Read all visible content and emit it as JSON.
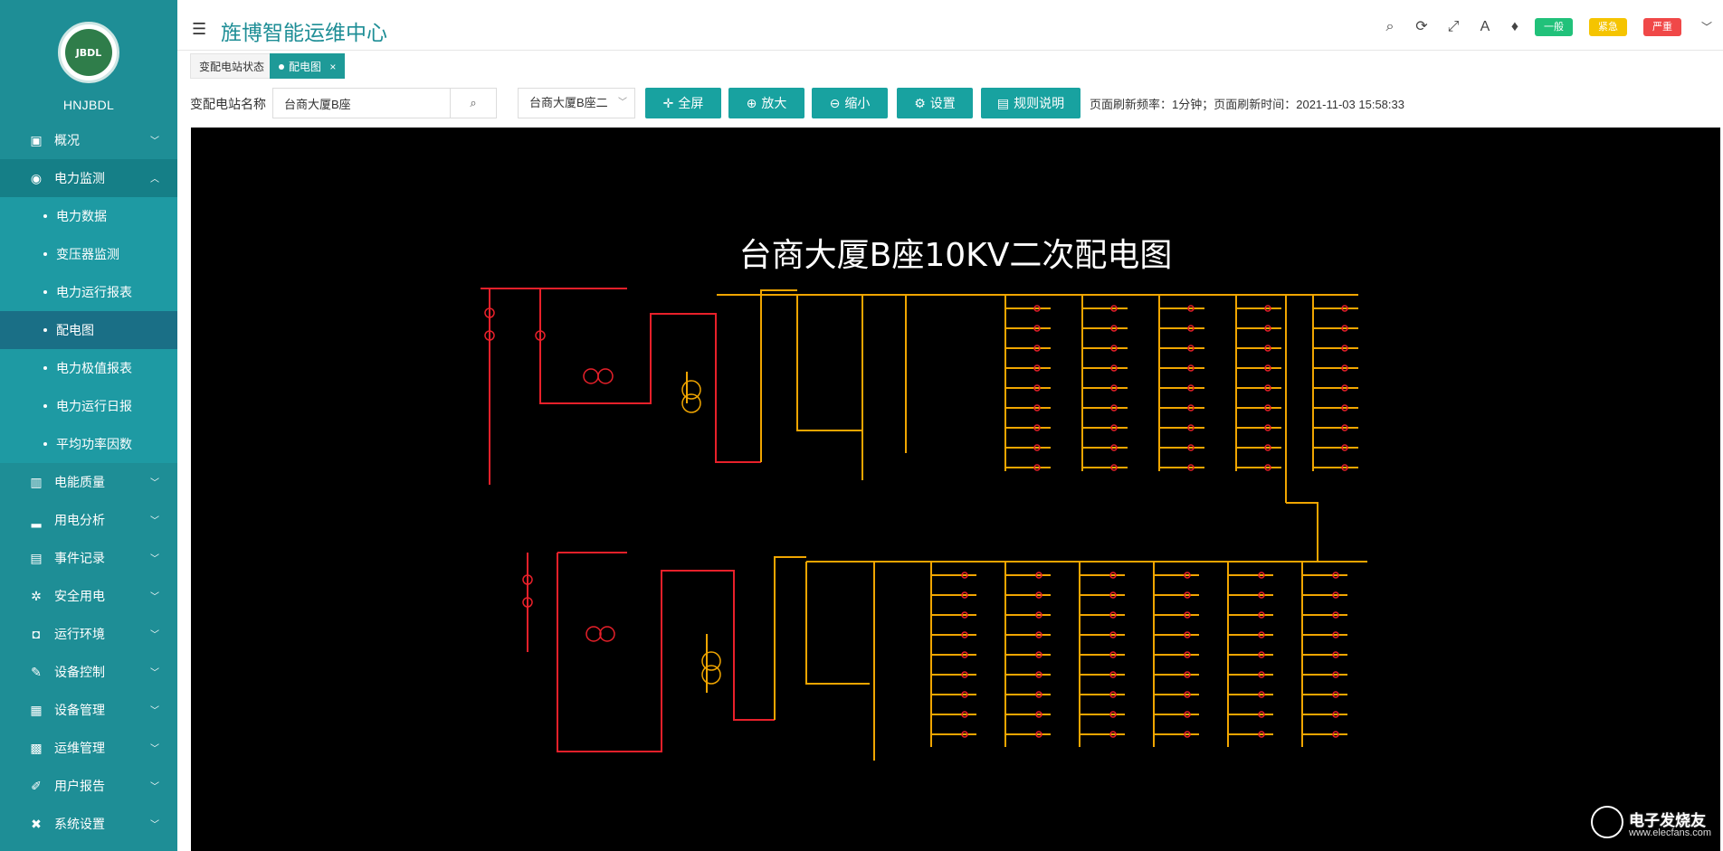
{
  "org_name": "HNJBDL",
  "logo_text": "JBDL",
  "app_title": "旌博智能运维中心",
  "badges": {
    "general": "一般",
    "urgent": "紧急",
    "severe": "严重"
  },
  "colors": {
    "sidebar": "#1e8e96",
    "teal": "#18a2a0",
    "green": "#21c17a",
    "yellow": "#f5c400",
    "red": "#f04848"
  },
  "menu": [
    {
      "label": "概况",
      "icon": "monitor-icon"
    },
    {
      "label": "电力监测",
      "icon": "globe-icon",
      "open": true,
      "children": [
        "电力数据",
        "变压器监测",
        "电力运行报表",
        "配电图",
        "电力极值报表",
        "电力运行日报",
        "平均功率因数"
      ]
    },
    {
      "label": "电能质量",
      "icon": "bar-chart-icon"
    },
    {
      "label": "用电分析",
      "icon": "signal-icon"
    },
    {
      "label": "事件记录",
      "icon": "calendar-icon"
    },
    {
      "label": "安全用电",
      "icon": "alarm-icon"
    },
    {
      "label": "运行环境",
      "icon": "camera-icon"
    },
    {
      "label": "设备控制",
      "icon": "edit-device-icon"
    },
    {
      "label": "设备管理",
      "icon": "server-icon"
    },
    {
      "label": "运维管理",
      "icon": "grid-icon"
    },
    {
      "label": "用户报告",
      "icon": "report-icon"
    },
    {
      "label": "系统设置",
      "icon": "wrench-icon"
    }
  ],
  "tabs": [
    {
      "label": "变配电站状态",
      "active": false
    },
    {
      "label": "配电图",
      "active": true
    }
  ],
  "toolbar": {
    "station_label": "变配电站名称",
    "station_value": "台商大厦B座",
    "diagram_select": "台商大厦B座二",
    "fullscreen": "全屏",
    "zoom_in": "放大",
    "zoom_out": "缩小",
    "settings": "设置",
    "rules": "规则说明",
    "refresh_info": "页面刷新频率：1分钟；页面刷新时间：2021-11-03 15:58:33"
  },
  "diagram": {
    "title": "台商大厦B座10KV二次配电图"
  },
  "watermark": {
    "title": "电子发烧友",
    "url": "www.elecfans.com"
  }
}
